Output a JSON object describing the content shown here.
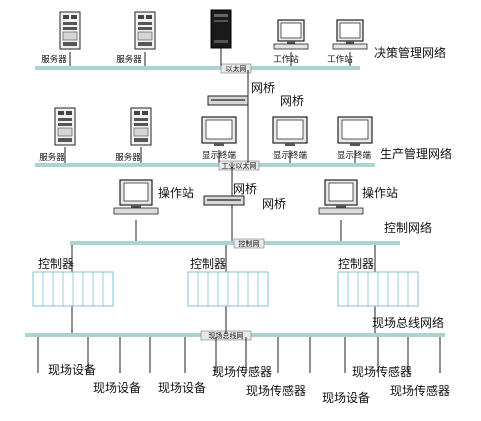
{
  "networks": {
    "decision": "决策管理网络",
    "production": "生产管理网络",
    "control": "控制网络",
    "fieldbus": "现场总线网络"
  },
  "buses": {
    "ethernet": "以太网",
    "industrial_ethernet": "工业以太网",
    "control_net": "控制网",
    "fieldbus_net": "现场总线网"
  },
  "bridge": "网桥",
  "top_row": {
    "server": "服务器",
    "workstation": "工作站"
  },
  "middle_row": {
    "server": "服务器",
    "terminal": "显示终端"
  },
  "control_row": {
    "operator_station": "操作站",
    "controller": "控制器"
  },
  "field": {
    "device": "现场设备",
    "sensor": "现场传感器"
  },
  "colors": {
    "bus": "#a9d4d2",
    "bus_dark": "#6aa8a6",
    "controller_outline": "#7fc3cf"
  }
}
